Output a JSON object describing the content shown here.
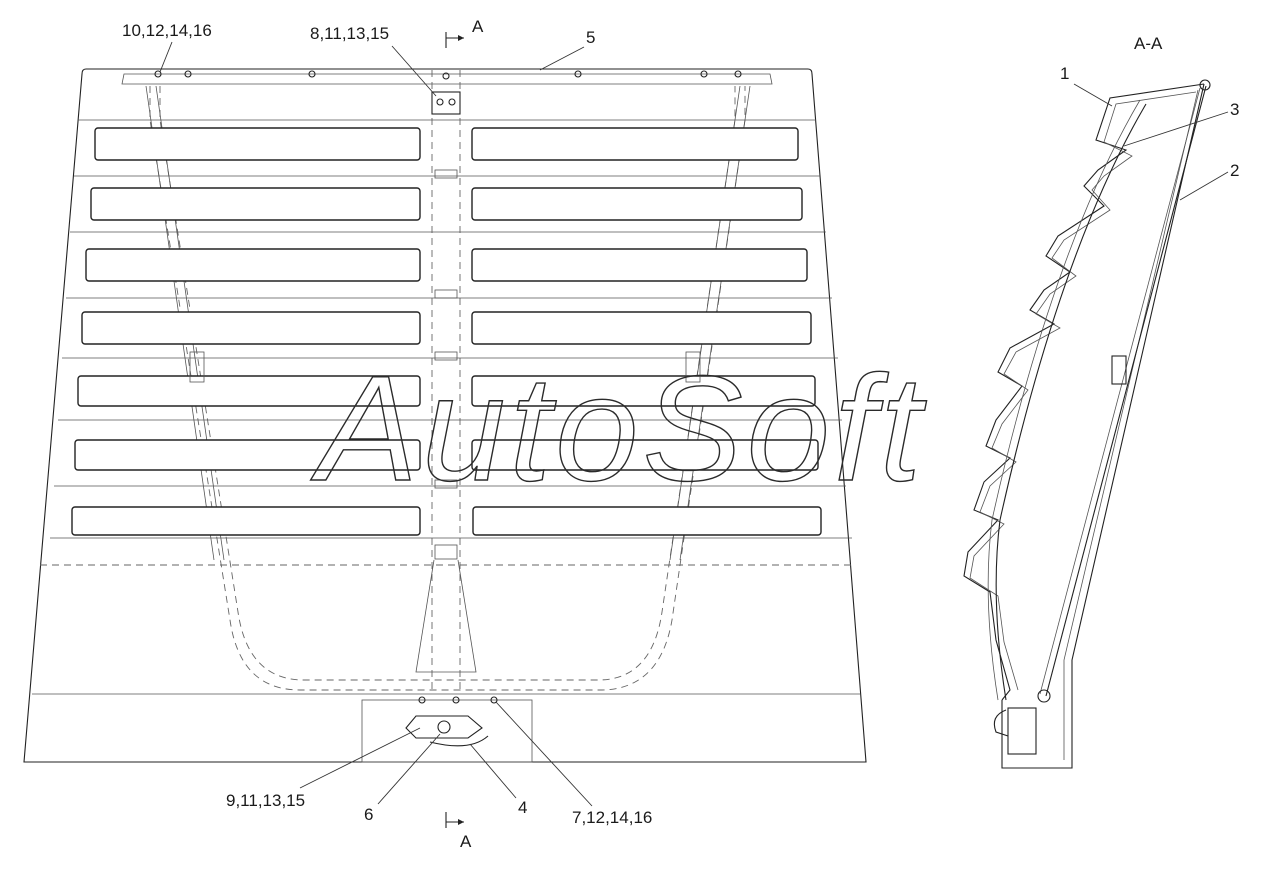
{
  "drawing": {
    "section_view_title": "A-A",
    "section_marker_top": "A",
    "section_marker_bottom": "A",
    "watermark": "AutoSoft",
    "callouts": {
      "top_left": "10,12,14,16",
      "top_center": "8,11,13,15",
      "top_right": "5",
      "bottom_left": "9,11,13,15",
      "bottom_6": "6",
      "bottom_4": "4",
      "bottom_right": "7,12,14,16"
    },
    "section_callouts": {
      "c1": "1",
      "c2": "2",
      "c3": "3"
    }
  }
}
